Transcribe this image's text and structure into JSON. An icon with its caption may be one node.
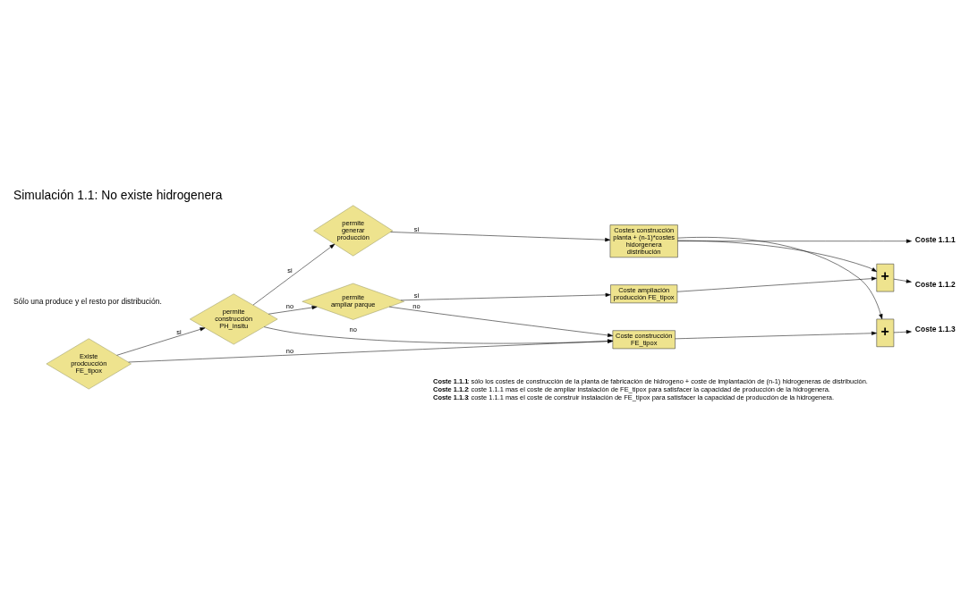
{
  "diagram": {
    "title": "Simulación 1.1: No existe hidrogenera",
    "nodes": [
      {
        "text": [
          "Existe prodcucción FE_tipox"
        ]
      },
      {
        "text": [
          "permite construcción PH_insitu"
        ]
      },
      {
        "text": [
          "permite generar producción"
        ]
      },
      {
        "text": [
          "permite ampliar parque"
        ]
      },
      {
        "text": [
          "Costes construcción planta + (n-1)*costes hidorgenera distribución"
        ]
      },
      {
        "text": [
          "Coste ampliación producción FE_tipox"
        ]
      },
      {
        "text": [
          "Coste construcción FE_tipox"
        ]
      },
      {
        "text": [
          "+"
        ]
      },
      {
        "text": [
          "+"
        ]
      },
      {
        "text": [
          "Coste 1.1.1"
        ]
      },
      {
        "text": [
          "Coste 1.1.2"
        ]
      },
      {
        "text": [
          "Coste 1.1.3"
        ]
      }
    ],
    "edges": [
      {
        "from": 0,
        "to": 1,
        "arrow": "to",
        "label": "si"
      },
      {
        "from": 1,
        "to": 2,
        "arrow": "to",
        "label": "si"
      },
      {
        "from": 1,
        "to": 3,
        "arrow": "to",
        "label": "no"
      },
      {
        "from": 2,
        "to": 4,
        "arrow": "to",
        "label": "si"
      },
      {
        "from": 3,
        "to": 5,
        "arrow": "to",
        "label": "si"
      },
      {
        "from": 3,
        "to": 6,
        "arrow": "to",
        "label": "no"
      },
      {
        "from": 1,
        "to": 6,
        "arrow": "to",
        "label": "no"
      },
      {
        "from": 0,
        "to": 6,
        "arrow": "to",
        "label": "no"
      },
      {
        "from": 4,
        "to": 9,
        "arrow": "to"
      },
      {
        "from": 4,
        "to": 7,
        "arrow": "to"
      },
      {
        "from": 4,
        "to": 8,
        "arrow": "to"
      },
      {
        "from": 5,
        "to": 7,
        "arrow": "to"
      },
      {
        "from": 7,
        "to": 10,
        "arrow": "to"
      },
      {
        "from": 6,
        "to": 8,
        "arrow": "to"
      },
      {
        "from": 8,
        "to": 11,
        "arrow": "to"
      }
    ],
    "labels": [
      "Sólo una produce y el resto por distribución.",
      "**Coste 1.1.1**: sólo los costes de construcción de la planta de fabricación de hidrogeno + coste de implantación de (n-1) hidrogeneras de distribución.",
      "**Coste 1.1.2**: coste 1.1.1 mas el coste de ampliar instalación de FE_tipox para satisfacer la capacidad de producción de la hidrogenera.",
      "**Coste 1.1.3**: coste 1.1.1 mas el coste de construir instalación de FE_tipox para satisfacer la capacidad de producción de la hidrogenera."
    ]
  }
}
